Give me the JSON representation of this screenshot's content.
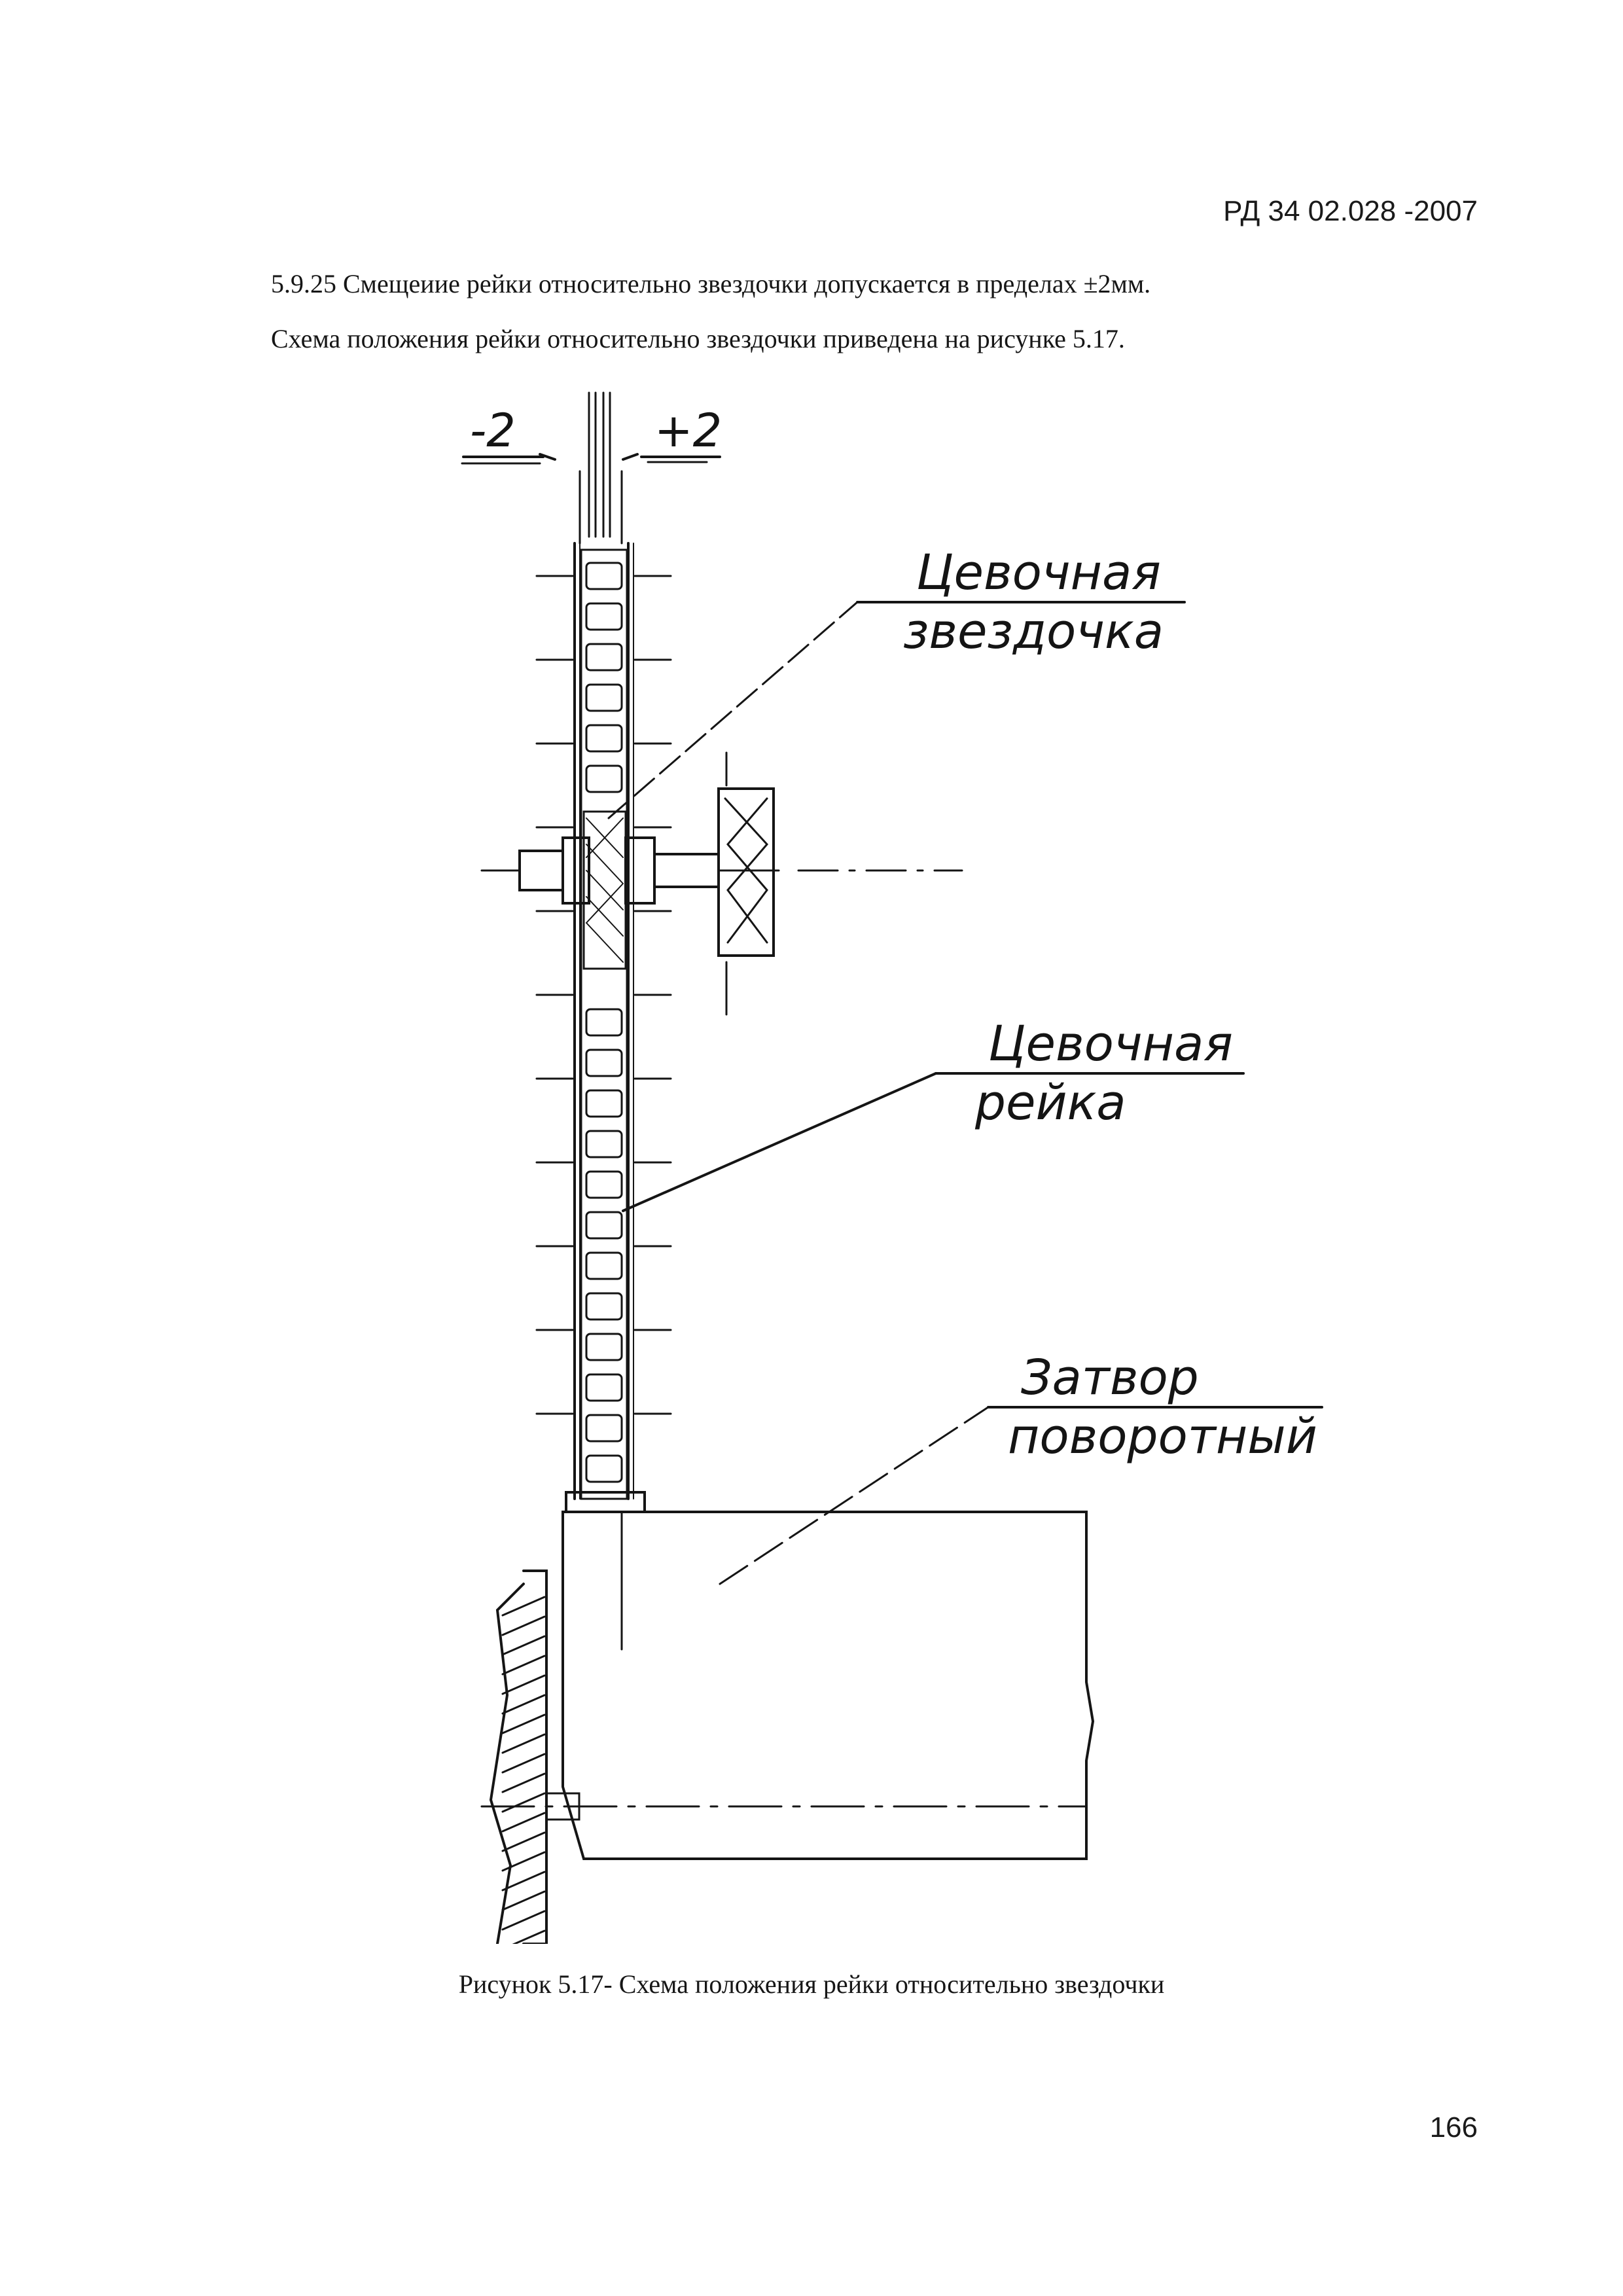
{
  "header": {
    "doc_code": "РД 34 02.028 -2007"
  },
  "body": {
    "paragraph_1": "5.9.25 Смещеиие рейки относительно звездочки допускается в пределах ±2мм.",
    "paragraph_2": "Схема положения рейки относительно звездочки приведена на рисунке 5.17."
  },
  "figure": {
    "dimension_minus": "-2",
    "dimension_plus": "+2",
    "label_sprocket_line1": "Цевочная",
    "label_sprocket_line2": "звездочка",
    "label_rack_line1": "Цевочная",
    "label_rack_line2": "рейка",
    "label_gate_line1": "Затвор",
    "label_gate_line2": "поворотный",
    "caption": "Рисунок 5.17- Схема положения рейки относительно звездочки"
  },
  "footer": {
    "page_number": "166"
  }
}
